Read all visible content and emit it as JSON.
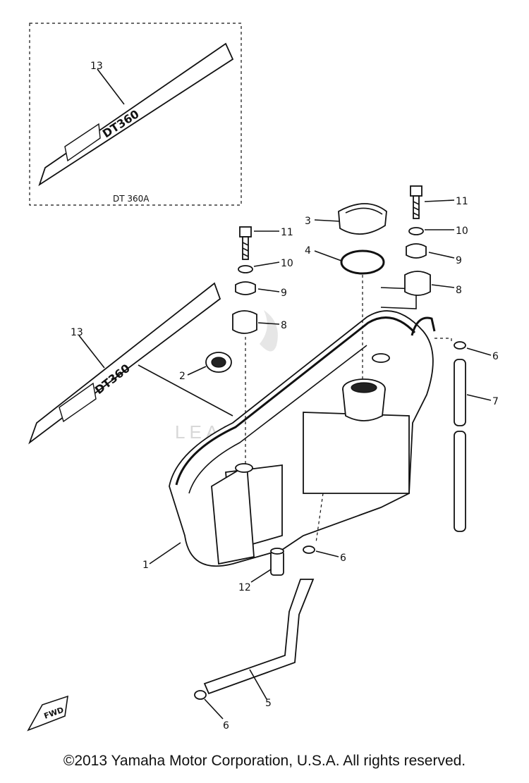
{
  "diagram": {
    "inset_label": "DT 360A",
    "watermark": "LEADVENTURE",
    "copyright": "©2013 Yamaha Motor Corporation, U.S.A. All rights reserved.",
    "callouts": {
      "c1": "1",
      "c2": "2",
      "c3": "3",
      "c4": "4",
      "c5": "5",
      "c6a": "6",
      "c6b": "6",
      "c6c": "6",
      "c7": "7",
      "c8a": "8",
      "c8b": "8",
      "c9a": "9",
      "c9b": "9",
      "c10a": "10",
      "c10b": "10",
      "c11a": "11",
      "c11b": "11",
      "c12": "12",
      "c13a": "13",
      "c13b": "13"
    },
    "decal_text": "DT360",
    "front_marker": "FWD"
  }
}
